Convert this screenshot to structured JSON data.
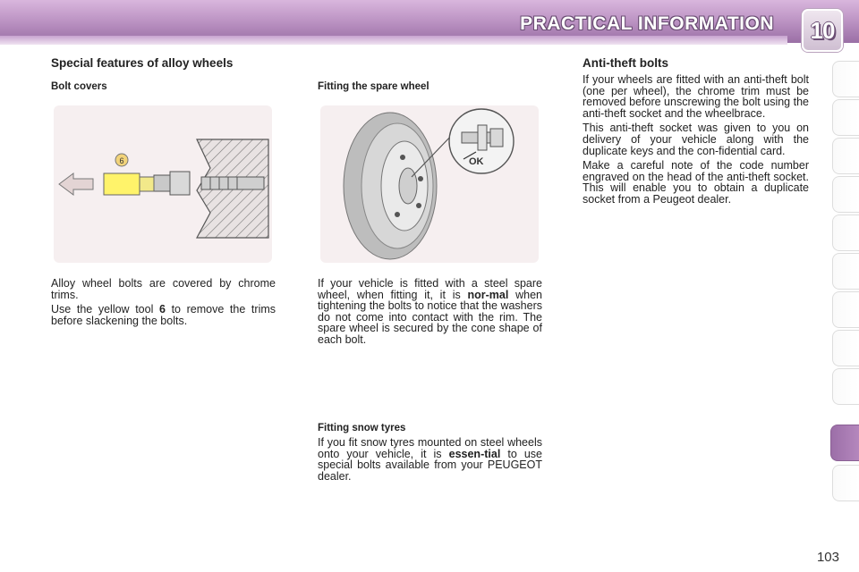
{
  "header": {
    "title": "PRACTICAL INFORMATION",
    "chapter": "10"
  },
  "left": {
    "heading": "Special features of alloy wheels",
    "subheading": "Bolt covers",
    "figure_label": "6",
    "p1": "Alloy wheel bolts are covered by chrome trims.",
    "p2_a": "Use the yellow tool ",
    "p2_bold": "6",
    "p2_b": " to remove the trims before slackening the bolts."
  },
  "middle": {
    "subheading": "Fitting the spare wheel",
    "figure_label": "OK",
    "p1_a": "If your vehicle is fitted with a steel spare wheel, when fitting it, it is ",
    "p1_bold": "nor-mal",
    "p1_b": " when tightening the bolts to notice that the washers do not come into contact with the rim. The spare wheel is secured by the cone shape of each bolt.",
    "snow_heading": "Fitting snow tyres",
    "p2_a": "If you fit snow tyres mounted on steel wheels onto your vehicle, it is ",
    "p2_bold": "essen-tial",
    "p2_b": " to use special bolts available from your PEUGEOT dealer."
  },
  "right": {
    "heading": "Anti-theft bolts",
    "p1": "If your wheels are fitted with an anti-theft bolt (one per wheel), the chrome trim must be removed before unscrewing the bolt using the anti-theft socket and the wheelbrace.",
    "p2": "This anti-theft socket was given to you on delivery of your vehicle along with the duplicate keys and the con-fidential card.",
    "p3": "Make a careful note of the code number engraved on the head of the anti-theft socket. This will enable you to obtain a duplicate socket from a Peugeot dealer."
  },
  "page_number": "103",
  "colors": {
    "header": "#b88fc0",
    "tab_active": "#a47aae"
  }
}
